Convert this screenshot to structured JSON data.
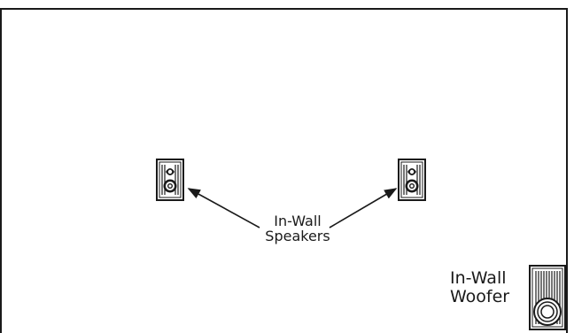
{
  "labels": {
    "speakers": [
      "In-Wall",
      "Speakers"
    ],
    "woofer": [
      "In-Wall",
      "Woofer"
    ]
  },
  "icons": {
    "left_speaker": "in-wall-speaker-icon",
    "right_speaker": "in-wall-speaker-icon",
    "woofer": "in-wall-woofer-icon"
  },
  "colors": {
    "line": "#1a1a1a",
    "background": "#ffffff"
  }
}
